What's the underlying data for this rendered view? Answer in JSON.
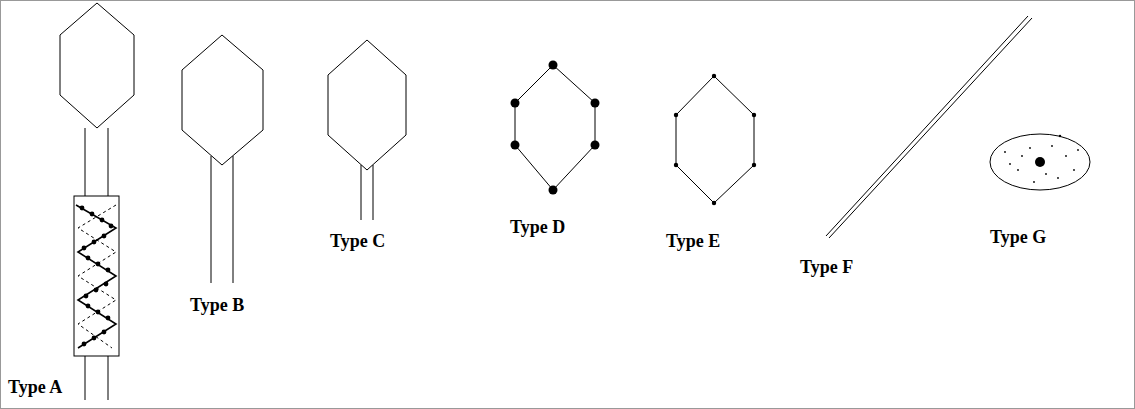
{
  "diagram": {
    "labels": [
      "Type A",
      "Type B",
      "Type C",
      "Type D",
      "Type E",
      "Type F",
      "Type G"
    ]
  }
}
